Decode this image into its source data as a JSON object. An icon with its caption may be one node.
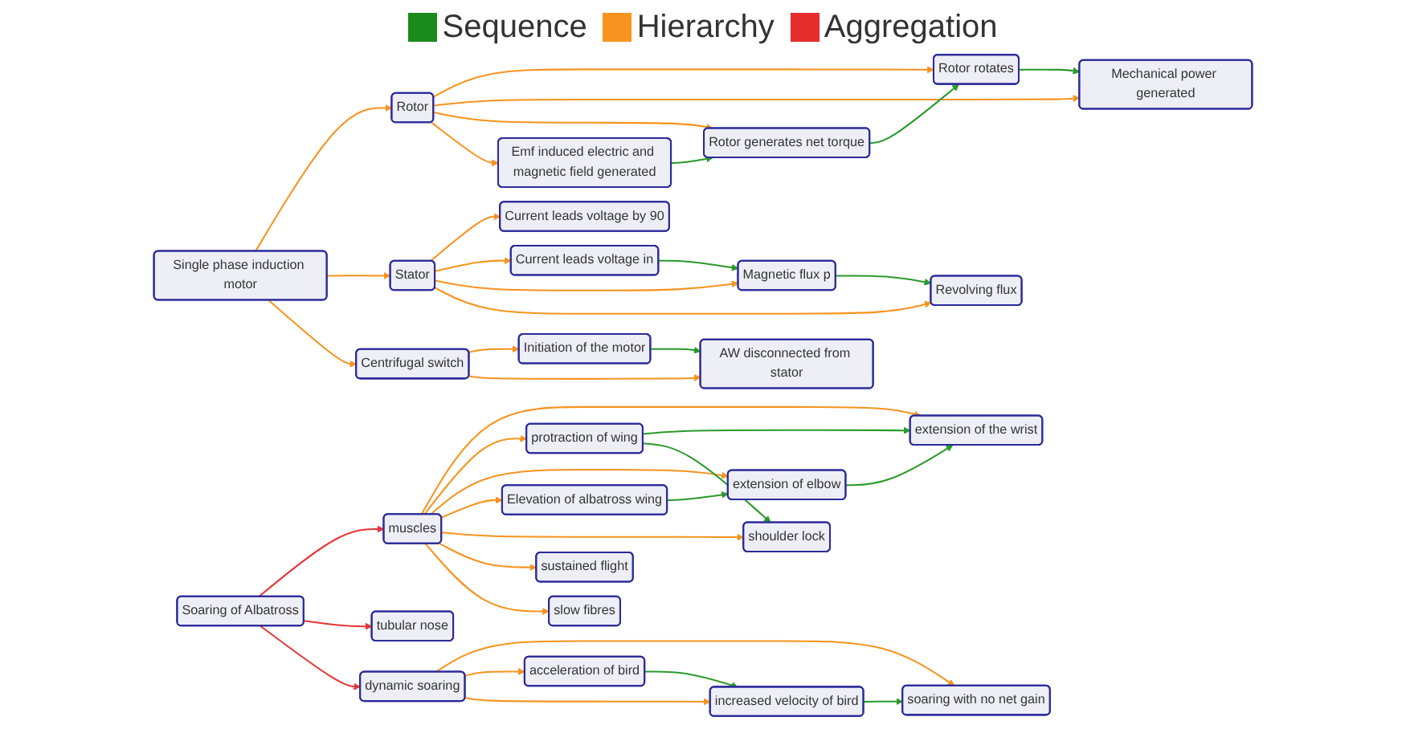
{
  "diagram": {
    "nodes": [
      {
        "text": [
          "Current leads voltage by 90"
        ]
      },
      {
        "text": [
          "Current leads voltage in"
        ]
      },
      {
        "text": [
          "Mechanical power generated"
        ]
      },
      {
        "text": [
          "Rotor rotates"
        ]
      },
      {
        "text": [
          "Stator"
        ]
      },
      {
        "text": [
          "Magnetic flux p"
        ]
      },
      {
        "text": [
          "Rotor"
        ]
      },
      {
        "text": [
          "Single phase induction motor"
        ]
      },
      {
        "text": [
          "Rotor generates net torque"
        ]
      },
      {
        "text": [
          "Revolving flux"
        ]
      },
      {
        "text": [
          "Emf induced electric and magnetic field generated"
        ]
      },
      {
        "text": [
          "Centrifugal switch"
        ]
      },
      {
        "text": [
          "Initiation of the motor"
        ]
      },
      {
        "text": [
          "AW disconnected from stator"
        ]
      },
      {
        "text": [
          "extension of the wrist"
        ]
      },
      {
        "text": [
          "protraction of wing"
        ]
      },
      {
        "text": [
          "extension of elbow"
        ]
      },
      {
        "text": [
          "muscles"
        ]
      },
      {
        "text": [
          "shoulder lock"
        ]
      },
      {
        "text": [
          "Elevation of albatross wing"
        ]
      },
      {
        "text": [
          "sustained flight"
        ]
      },
      {
        "text": [
          "slow fibres"
        ]
      },
      {
        "text": [
          "Soaring of Albatross"
        ]
      },
      {
        "text": [
          "tubular nose"
        ]
      },
      {
        "text": [
          "dynamic soaring"
        ]
      },
      {
        "text": [
          "soaring with no net gain"
        ]
      },
      {
        "text": [
          "acceleration of bird"
        ]
      },
      {
        "text": [
          "increased velocity of bird"
        ]
      }
    ],
    "edges": [
      {
        "from": 7,
        "to": 6,
        "arrow": "to"
      },
      {
        "from": 7,
        "to": 4,
        "arrow": "to"
      },
      {
        "from": 7,
        "to": 11,
        "arrow": "to"
      },
      {
        "from": 6,
        "to": 3,
        "arrow": "to"
      },
      {
        "from": 6,
        "to": 2,
        "arrow": "to"
      },
      {
        "from": 6,
        "to": 8,
        "arrow": "to"
      },
      {
        "from": 6,
        "to": 10,
        "arrow": "to"
      },
      {
        "from": 4,
        "to": 0,
        "arrow": "to"
      },
      {
        "from": 4,
        "to": 1,
        "arrow": "to"
      },
      {
        "from": 4,
        "to": 5,
        "arrow": "to"
      },
      {
        "from": 4,
        "to": 9,
        "arrow": "to"
      },
      {
        "from": 11,
        "to": 12,
        "arrow": "to"
      },
      {
        "from": 11,
        "to": 13,
        "arrow": "to"
      },
      {
        "from": 3,
        "to": 2,
        "arrow": "to",
        "color": "#2a9a2a"
      },
      {
        "from": 8,
        "to": 3,
        "arrow": "to",
        "color": "#2a9a2a"
      },
      {
        "from": 10,
        "to": 8,
        "arrow": "to",
        "color": "#2a9a2a"
      },
      {
        "from": 1,
        "to": 5,
        "arrow": "to",
        "color": "#2a9a2a"
      },
      {
        "from": 5,
        "to": 9,
        "arrow": "to",
        "color": "#2a9a2a"
      },
      {
        "from": 12,
        "to": 13,
        "arrow": "to",
        "color": "#2a9a2a"
      },
      {
        "from": 17,
        "to": 14,
        "arrow": "to"
      },
      {
        "from": 17,
        "to": 15,
        "arrow": "to"
      },
      {
        "from": 17,
        "to": 16,
        "arrow": "to"
      },
      {
        "from": 17,
        "to": 19,
        "arrow": "to"
      },
      {
        "from": 17,
        "to": 18,
        "arrow": "to"
      },
      {
        "from": 17,
        "to": 20,
        "arrow": "to"
      },
      {
        "from": 17,
        "to": 21,
        "arrow": "to"
      },
      {
        "from": 15,
        "to": 14,
        "arrow": "to",
        "color": "#2a9a2a"
      },
      {
        "from": 16,
        "to": 14,
        "arrow": "to",
        "color": "#2a9a2a"
      },
      {
        "from": 19,
        "to": 16,
        "arrow": "to",
        "color": "#2a9a2a"
      },
      {
        "from": 15,
        "to": 18,
        "arrow": "to",
        "color": "#2a9a2a"
      },
      {
        "from": 22,
        "to": 17,
        "arrow": "to",
        "color": "#e53535"
      },
      {
        "from": 22,
        "to": 23,
        "arrow": "to",
        "color": "#e53535"
      },
      {
        "from": 22,
        "to": 24,
        "arrow": "to",
        "color": "#e53535"
      },
      {
        "from": 24,
        "to": 25,
        "arrow": "to"
      },
      {
        "from": 24,
        "to": 26,
        "arrow": "to"
      },
      {
        "from": 24,
        "to": 27,
        "arrow": "to"
      },
      {
        "from": 26,
        "to": 27,
        "arrow": "to",
        "color": "#2a9a2a"
      },
      {
        "from": 27,
        "to": 25,
        "arrow": "to",
        "color": "#2a9a2a"
      }
    ],
    "legend": [
      {
        "text": "Sequence",
        "color": "#1a8a1a"
      },
      {
        "text": "Hierarchy",
        "color": "#f7931e"
      },
      {
        "text": "Aggregation",
        "color": "#e52d2d"
      }
    ]
  }
}
